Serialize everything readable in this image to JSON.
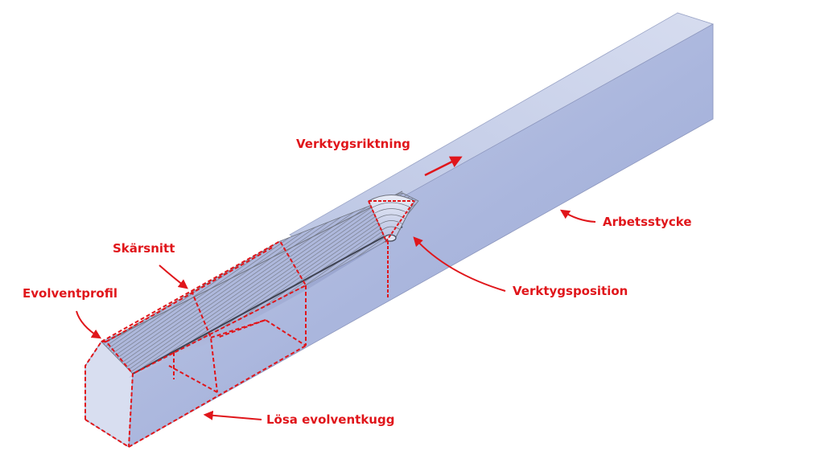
{
  "colors": {
    "annotation": "#e0161b",
    "workpiece_top": "#c7d0e8",
    "workpiece_side": "#a7b4dc",
    "workpiece_end": "#dfe4f2",
    "cut_lines": "#6f7480"
  },
  "labels": {
    "tool_direction": "Verktygsriktning",
    "workpiece": "Arbetsstycke",
    "cutting_pass": "Skärsnitt",
    "involute_profile": "Evolventprofil",
    "tool_position": "Verktygsposition",
    "loose_involute_tooth": "Lösa evolventkugg"
  }
}
